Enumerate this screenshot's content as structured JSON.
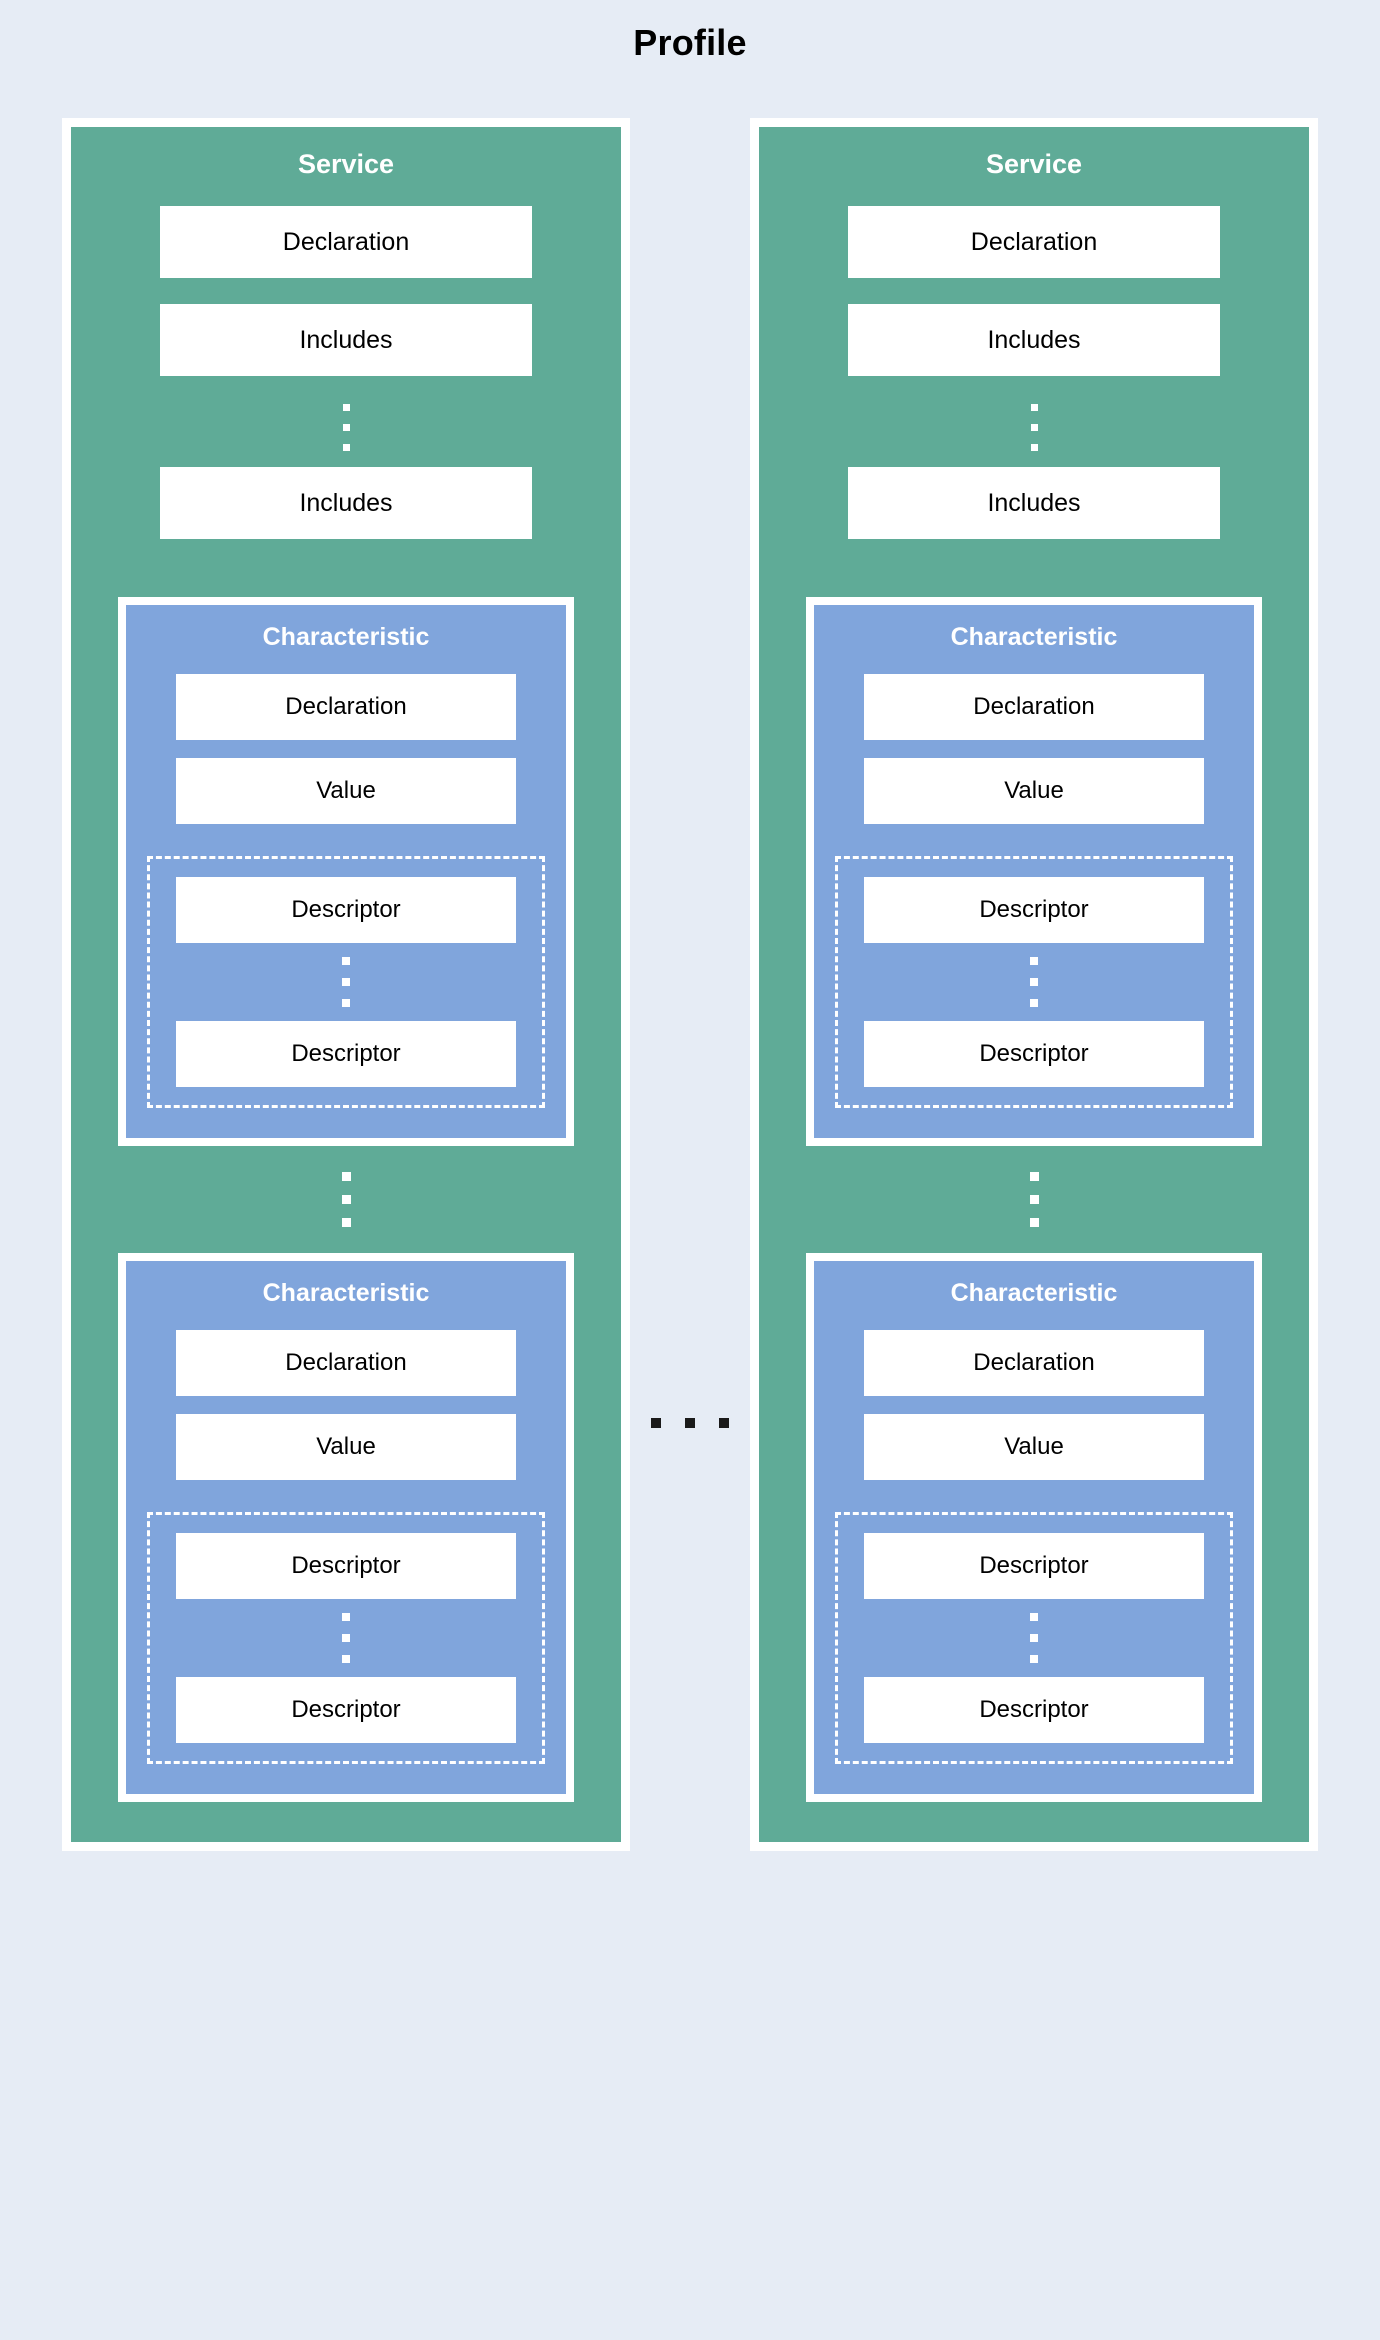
{
  "diagram": {
    "title": "Profile",
    "background_color": "#e6ecf5",
    "service_color": "#5fab97",
    "characteristic_color": "#80a5dc",
    "box_color": "#ffffff",
    "text_color": "#000000",
    "heading_color": "#ffffff"
  },
  "ellipsis": {
    "horizontal_label": "...",
    "vertical_label": "⋮"
  },
  "services": [
    {
      "title": "Service",
      "items": [
        {
          "label": "Declaration"
        },
        {
          "label": "Includes"
        },
        {
          "label": "Includes"
        }
      ],
      "characteristics": [
        {
          "title": "Characteristic",
          "items": [
            {
              "label": "Declaration"
            },
            {
              "label": "Value"
            }
          ],
          "descriptors": [
            {
              "label": "Descriptor"
            },
            {
              "label": "Descriptor"
            }
          ]
        },
        {
          "title": "Characteristic",
          "items": [
            {
              "label": "Declaration"
            },
            {
              "label": "Value"
            }
          ],
          "descriptors": [
            {
              "label": "Descriptor"
            },
            {
              "label": "Descriptor"
            }
          ]
        }
      ]
    },
    {
      "title": "Service",
      "items": [
        {
          "label": "Declaration"
        },
        {
          "label": "Includes"
        },
        {
          "label": "Includes"
        }
      ],
      "characteristics": [
        {
          "title": "Characteristic",
          "items": [
            {
              "label": "Declaration"
            },
            {
              "label": "Value"
            }
          ],
          "descriptors": [
            {
              "label": "Descriptor"
            },
            {
              "label": "Descriptor"
            }
          ]
        },
        {
          "title": "Characteristic",
          "items": [
            {
              "label": "Declaration"
            },
            {
              "label": "Value"
            }
          ],
          "descriptors": [
            {
              "label": "Descriptor"
            },
            {
              "label": "Descriptor"
            }
          ]
        }
      ]
    }
  ]
}
